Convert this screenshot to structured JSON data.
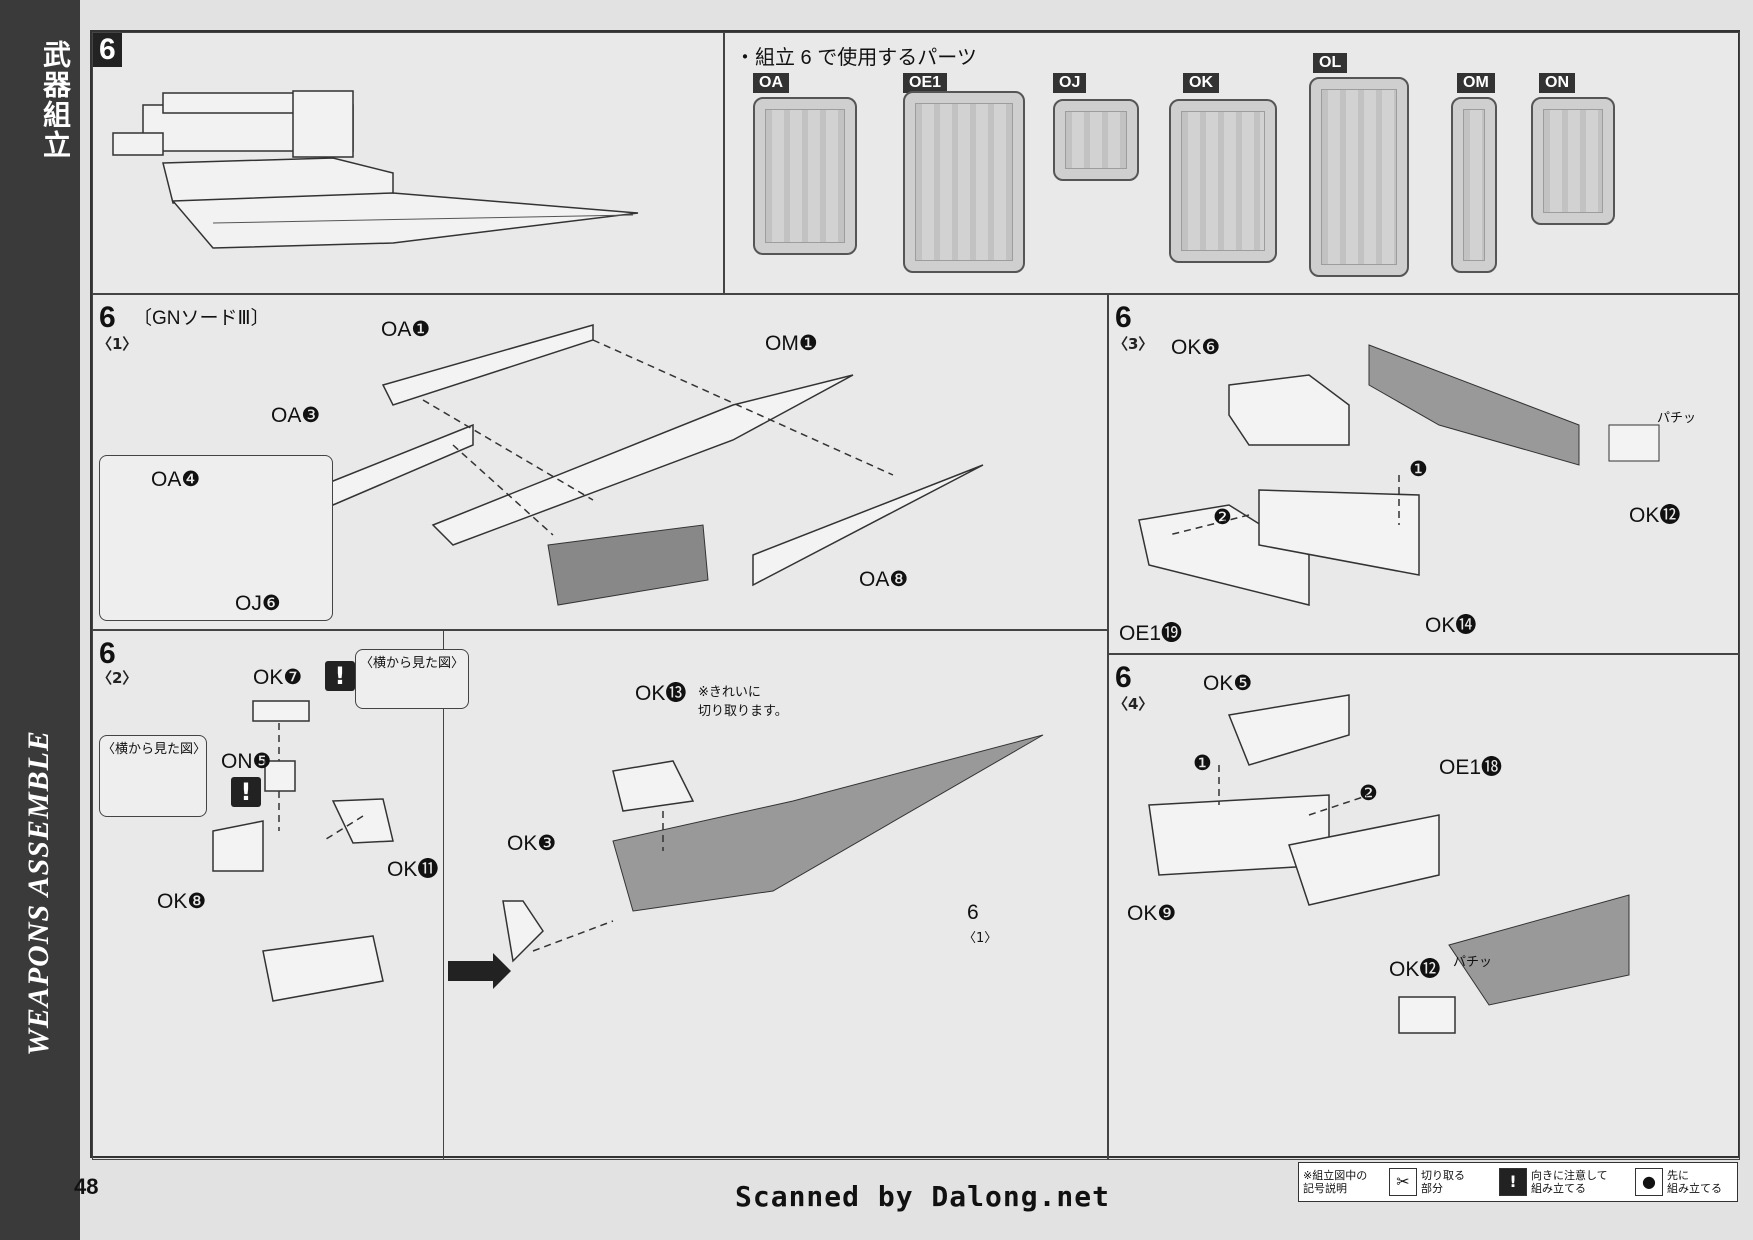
{
  "sidebar": {
    "title": "武器組立",
    "subtitle": "WEAPONS ASSEMBLE",
    "page_number": "48"
  },
  "step": {
    "number": "6",
    "parts_header": "・組立 6 で使用するパーツ",
    "sprues": [
      "OA",
      "OE1",
      "OJ",
      "OK",
      "OL",
      "OM",
      "ON"
    ]
  },
  "sub1": {
    "num": "6",
    "sub": "〈1〉",
    "title": "〔GNソードⅢ〕",
    "labels": [
      "OA❶",
      "OM❶",
      "OA❸",
      "OA❹",
      "OJ❻",
      "OA❽"
    ]
  },
  "sub2": {
    "num": "6",
    "sub": "〈2〉",
    "labels": [
      "OK❼",
      "ON❺",
      "OK⓫",
      "OK❽",
      "OK⓭",
      "OK❸"
    ],
    "side_view": "〈横から見た図〉",
    "side_view2": "〈横から見た図〉",
    "note": "※きれいに\n切り取ります。",
    "ref_num": "6",
    "ref_sub": "〈1〉"
  },
  "sub3": {
    "num": "6",
    "sub": "〈3〉",
    "labels": [
      "OK❻",
      "OK⓬",
      "OE1⓳",
      "OK⓮"
    ],
    "steps": [
      "❶",
      "❷"
    ],
    "click": "パチッ"
  },
  "sub4": {
    "num": "6",
    "sub": "〈4〉",
    "labels": [
      "OK❺",
      "OE1⓲",
      "OK❾",
      "OK⓬"
    ],
    "steps": [
      "❶",
      "❷"
    ],
    "click": "パチッ"
  },
  "warn_mark": "!",
  "legend": {
    "title": "※組立図中の\n記号説明",
    "cut": "切り取る\n部分",
    "direction": "向きに注意して\n組み立てる",
    "first": "先に\n組み立てる"
  },
  "scan_credit": "Scanned by Dalong.net"
}
